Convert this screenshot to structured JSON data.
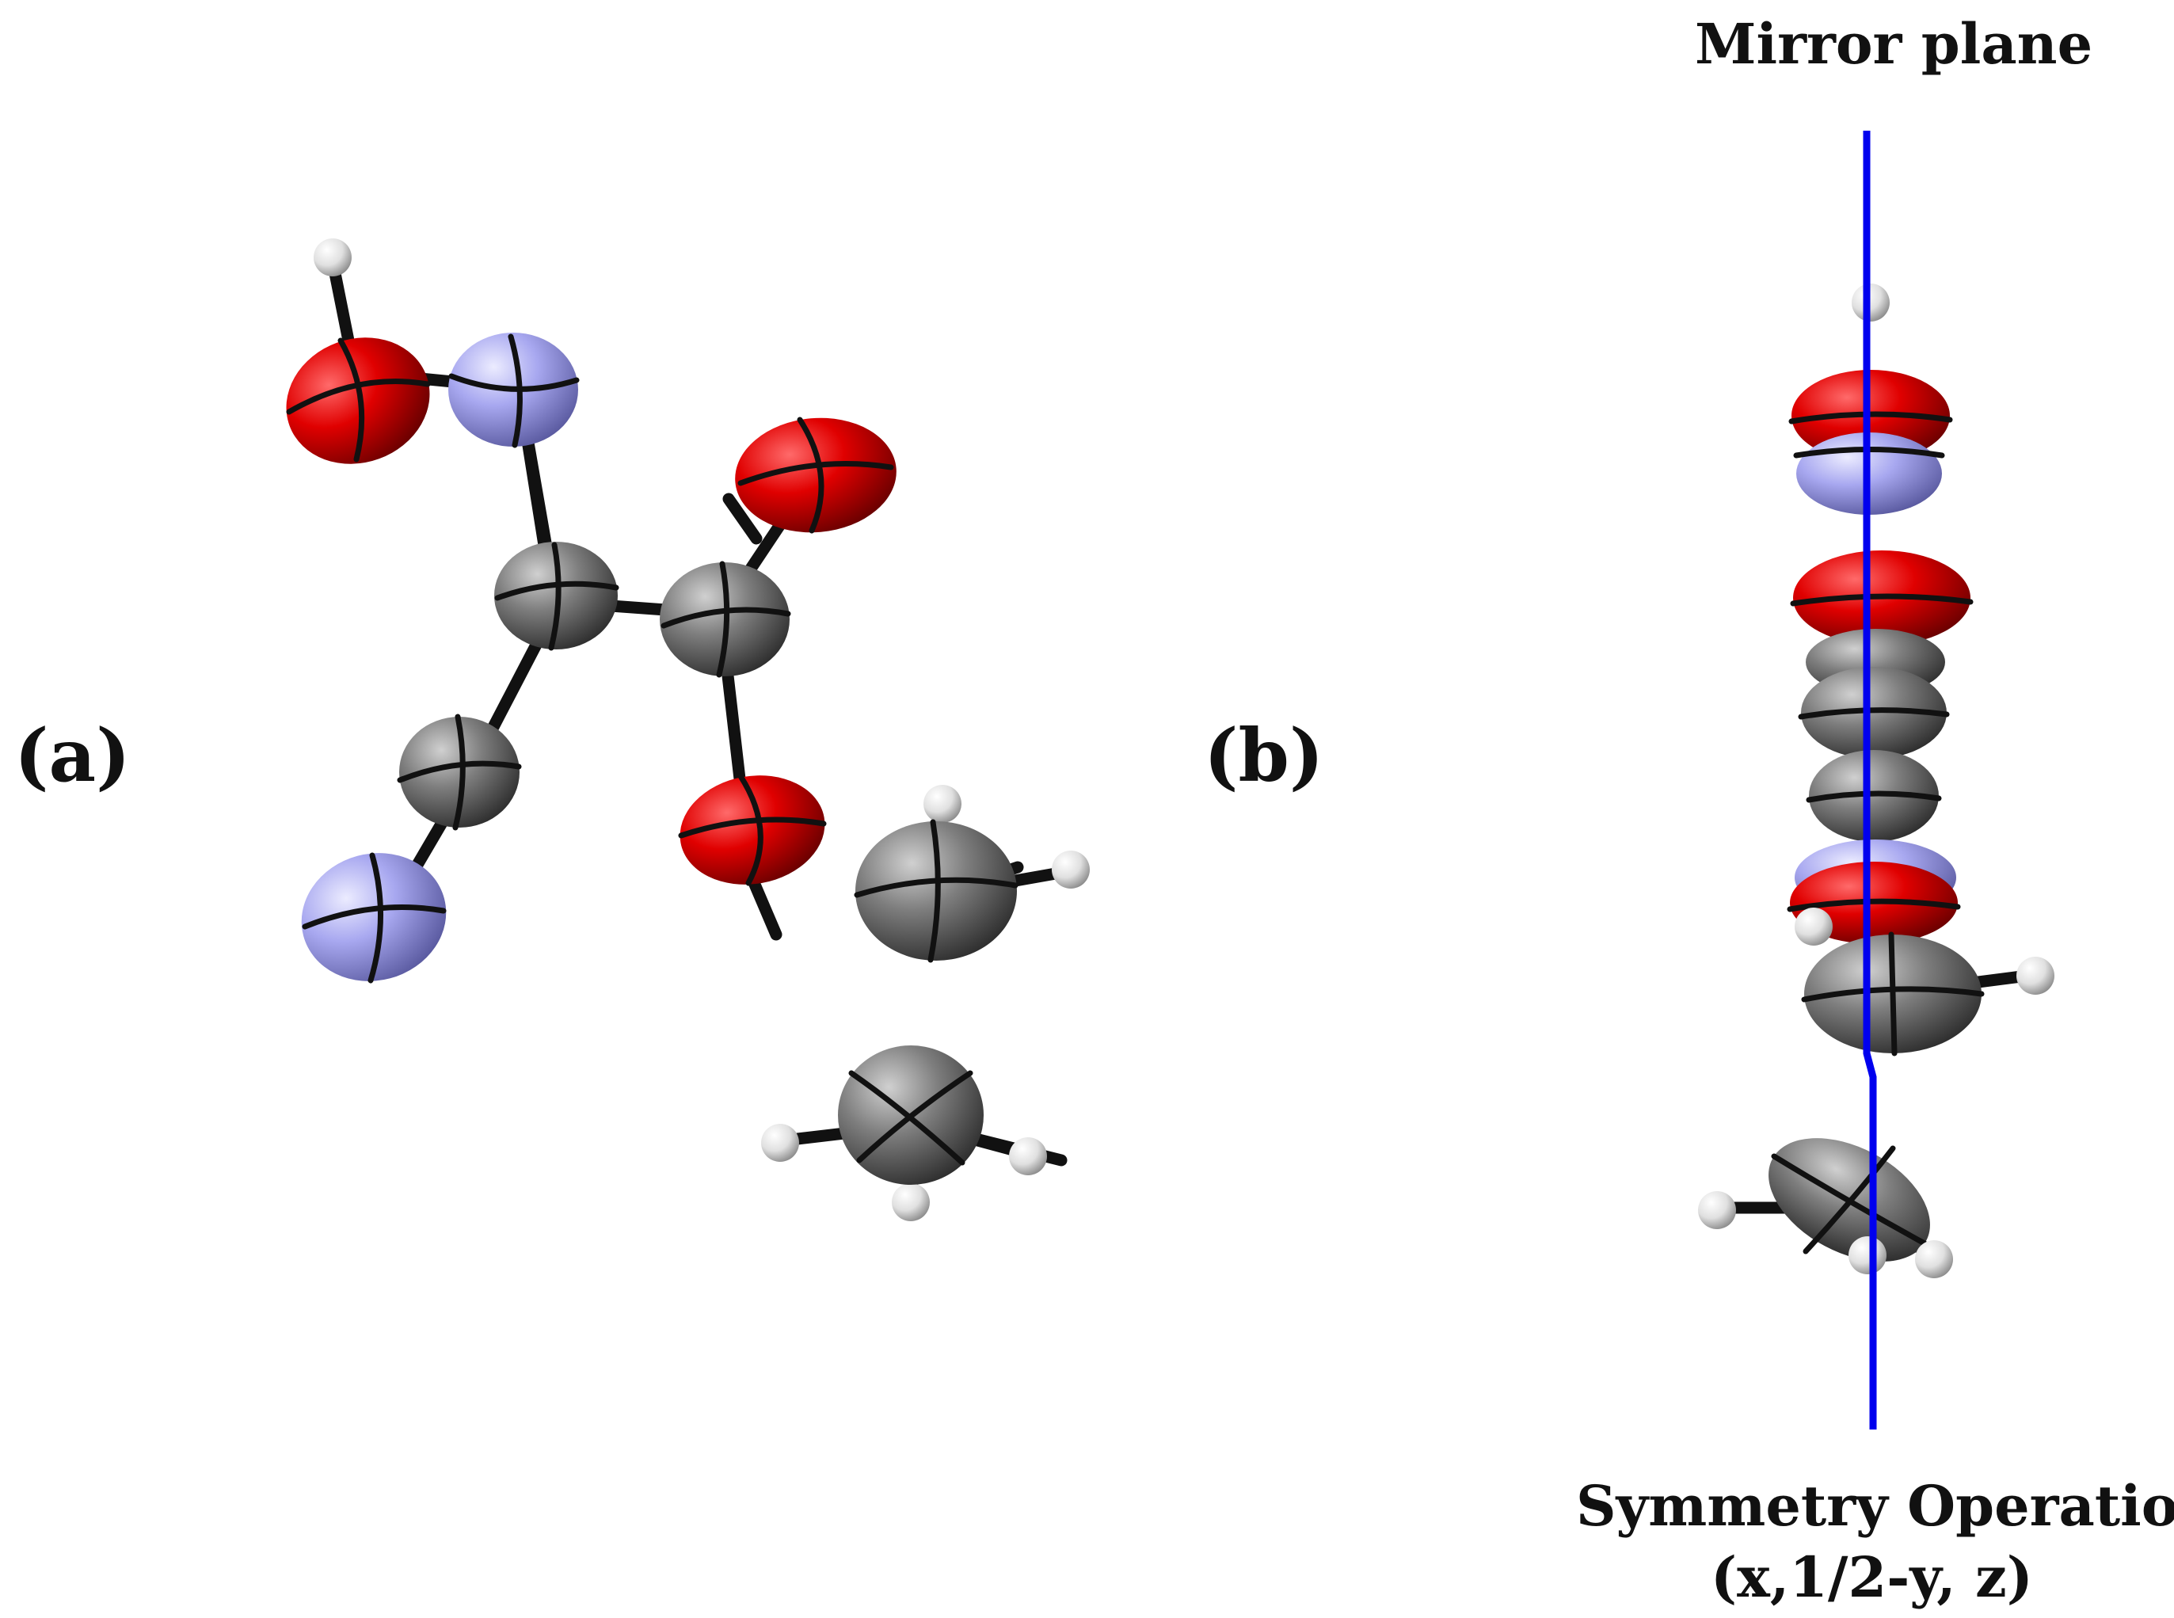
{
  "panels": {
    "a": {
      "label": "(a)"
    },
    "b": {
      "label": "(b)"
    }
  },
  "mirror_plane": {
    "title": "Mirror plane",
    "line_color": "#0000ee"
  },
  "symmetry": {
    "line1": "Symmetry Operation",
    "line2": "(x,1/2-y, z)"
  },
  "atom_colors": {
    "oxygen": "#e00000",
    "nitrogen": "#a8a8f0",
    "carbon": "#808080",
    "hydrogen": "#e8e8e8",
    "bond": "#111111"
  }
}
